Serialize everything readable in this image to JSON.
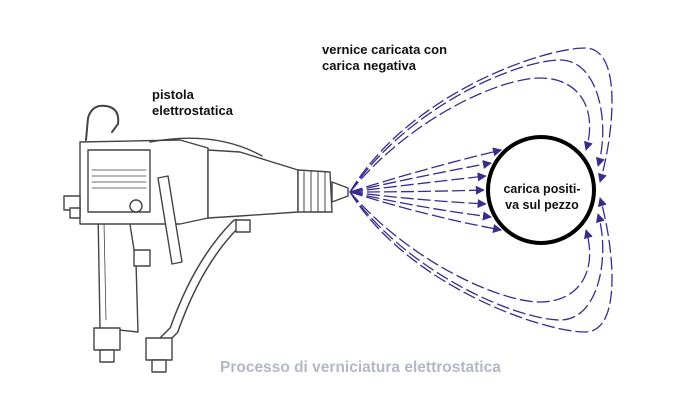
{
  "labels": {
    "gun": [
      "pistola",
      "elettrostatica"
    ],
    "paint": [
      "vernice caricata con",
      "carica negativa"
    ],
    "piece": [
      "carica positi-",
      "va sul pezzo"
    ],
    "caption": "Processo di verniciatura elettrostatica"
  },
  "colors": {
    "spray_lines": "#3a2c8e",
    "outline": "#444444",
    "piece_outline": "#000000",
    "caption": "#b4b8c6"
  }
}
